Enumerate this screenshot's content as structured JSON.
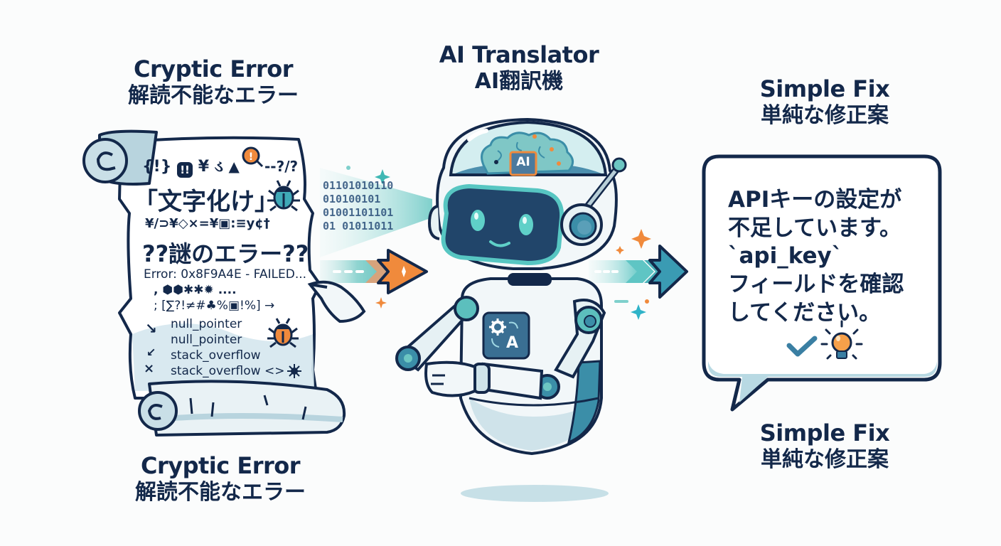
{
  "left_panel": {
    "title_en": "Cryptic Error",
    "title_ja": "解読不能なエラー",
    "bottom_title_en": "Cryptic Error",
    "bottom_title_ja": "解読不能なエラー",
    "scroll_lines": {
      "symbols_row": "{!}",
      "symbols_row_extra": "¥",
      "symbols_tail": "--?/?",
      "mojibake": "「文字化け」",
      "garble_row": "¥/⊃¥◇×=¥▣:≡y¢†",
      "mystery": "??謎のエラー??",
      "error_code": "Error: 0x8F9A4E - FAILED...",
      "dots_row": ",  ⬢⬢✱✱✹      ....",
      "bracket_row": "; [∑?!≠#♣%▣!%] →",
      "line1": "null_pointer",
      "line2": "null_pointer",
      "line3": "stack_overflow",
      "line4": "stack_overflow <>",
      "left_marks": [
        "↘",
        "↙",
        "×"
      ]
    }
  },
  "center_panel": {
    "title_en": "AI Translator",
    "title_ja": "AI翻訳機",
    "chip_label": "AI",
    "chest_badge_label": "A",
    "binary_lines": [
      "01101010110",
      "010100101",
      "01001101101",
      "01 01011011"
    ]
  },
  "right_panel": {
    "title_en": "Simple Fix",
    "title_ja": "単純な修正案",
    "bottom_title_en": "Simple Fix",
    "bottom_title_ja": "単純な修正案",
    "bubble_lines": [
      "APIキーの設定が",
      "不足しています。",
      "`api_key`",
      "フィールドを確認",
      "してください。"
    ],
    "icons": [
      "checkmark-icon",
      "lightbulb-icon"
    ]
  },
  "colors": {
    "navy": "#13284a",
    "teal": "#3fb8b4",
    "teal_light": "#a9dcdc",
    "orange": "#f08a3c",
    "scroll_blue": "#d5e7ee",
    "background": "#fbfcfc"
  }
}
